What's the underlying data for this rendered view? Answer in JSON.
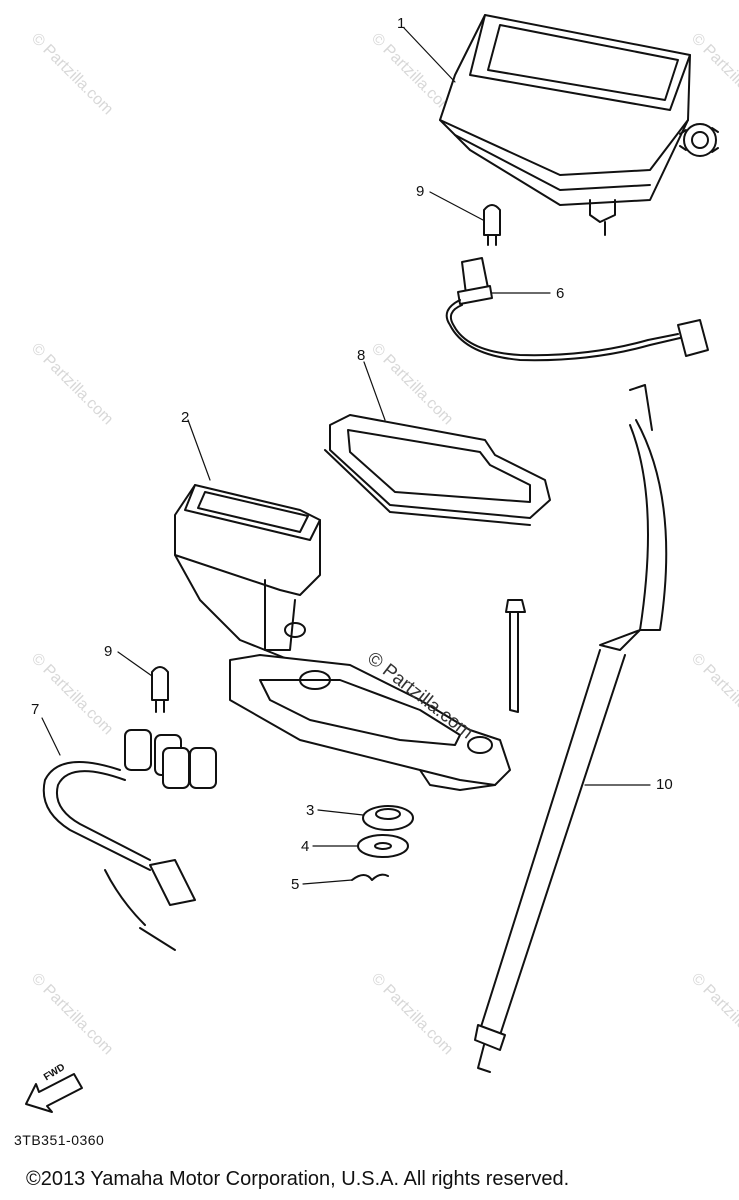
{
  "watermark": "© Partzilla.com",
  "diagram_code": "3TB351-0360",
  "copyright": "©2013 Yamaha Motor Corporation, U.S.A. All rights reserved.",
  "fwd_label": "FWD",
  "callouts": {
    "c1": "1",
    "c2": "2",
    "c3": "3",
    "c4": "4",
    "c5": "5",
    "c6": "6",
    "c7": "7",
    "c8": "8",
    "c9a": "9",
    "c9b": "9",
    "c10": "10"
  }
}
